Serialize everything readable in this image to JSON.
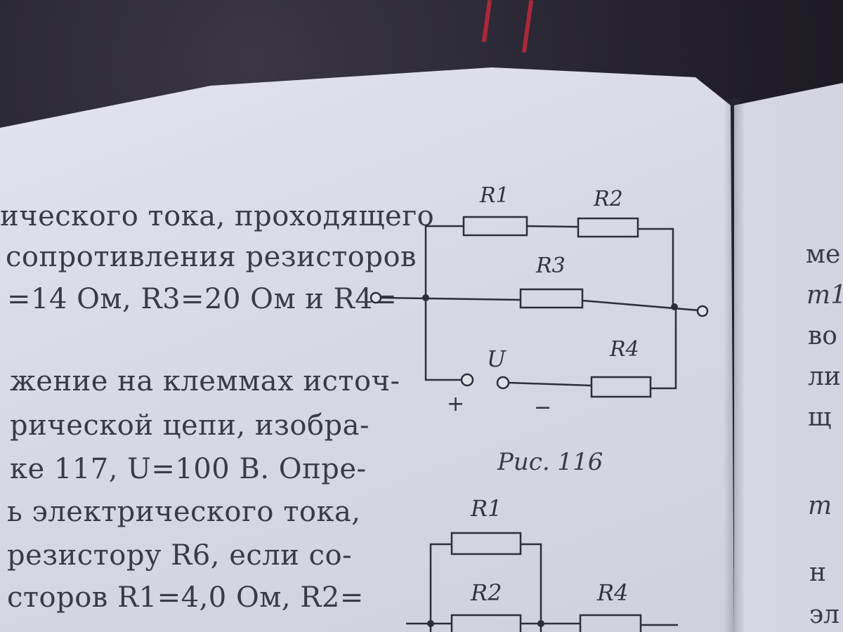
{
  "left_text": [
    "ического тока, проходящего",
    "сопротивления резисторов",
    "=14 Ом, R3=20 Ом и R4=",
    "жение на клеммах источ-",
    "рической цепи, изобра-",
    "ке 117, U=100 В. Опре-",
    "ь электрического тока,",
    "резистору R6, если со-",
    "сторов R1=4,0 Ом, R2="
  ],
  "right_text": [
    "ме",
    "m1",
    "во",
    "ли",
    "щ",
    "m",
    "н",
    "эл"
  ],
  "figure116": {
    "labels": {
      "r1": "R1",
      "r2": "R2",
      "r3": "R3",
      "r4": "R4",
      "u": "U",
      "plus": "+",
      "minus": "−"
    },
    "caption": "Рис. 116"
  },
  "figure117": {
    "labels": {
      "r1": "R1",
      "r2": "R2",
      "r4": "R4"
    }
  }
}
